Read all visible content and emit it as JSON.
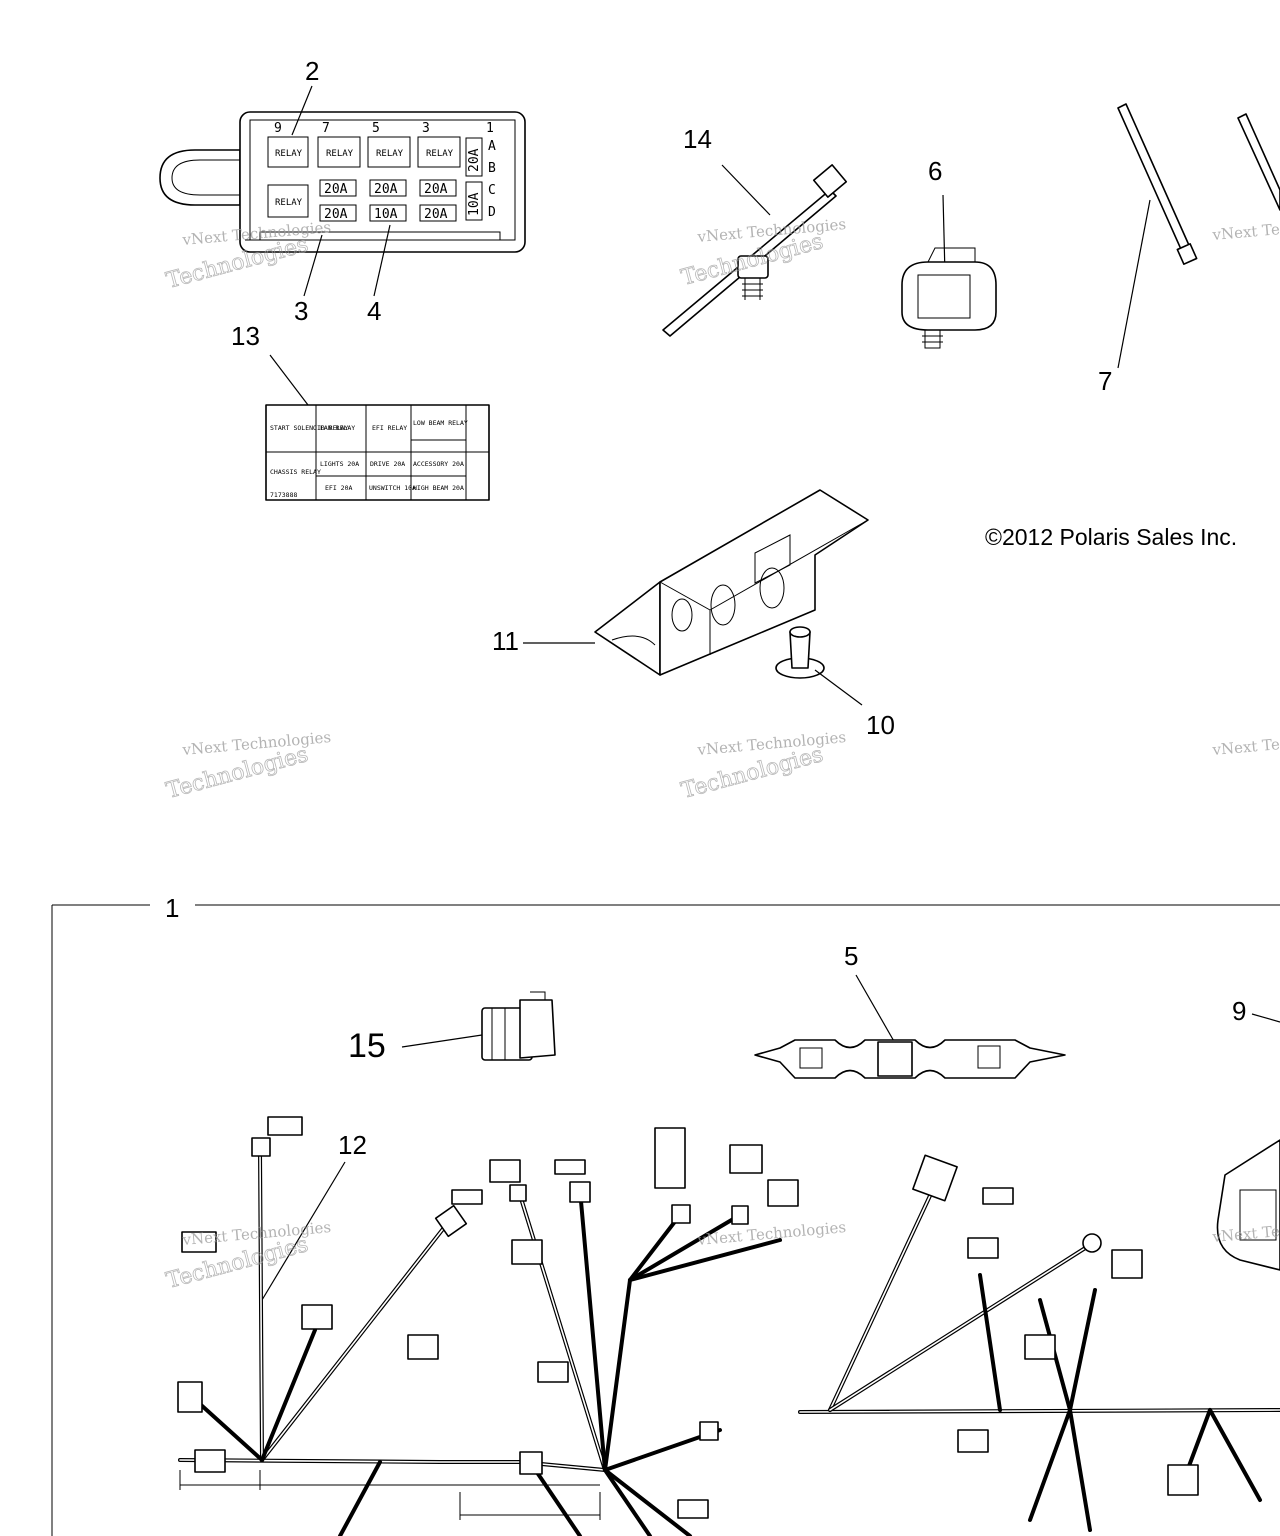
{
  "copyright": "©2012 Polaris Sales Inc.",
  "callouts": {
    "c1": "1",
    "c2": "2",
    "c3": "3",
    "c4": "4",
    "c5": "5",
    "c6": "6",
    "c7": "7",
    "c9": "9",
    "c10": "10",
    "c11": "11",
    "c12": "12",
    "c13": "13",
    "c14": "14",
    "c15": "15"
  },
  "fuse_box": {
    "positions": [
      "9",
      "7",
      "5",
      "3",
      "1"
    ],
    "rows": [
      "A",
      "B",
      "C",
      "D"
    ],
    "relays": [
      "RELAY",
      "RELAY",
      "RELAY",
      "RELAY",
      "RELAY"
    ],
    "fuses_row1": [
      "20A",
      "20A",
      "20A"
    ],
    "fuses_row2": [
      "20A",
      "10A",
      "20A"
    ],
    "side_fuses": [
      "20A",
      "10A"
    ]
  },
  "fuse_label": {
    "start_solenoid": "START SOLENOID RELAY",
    "fan_relay": "FAN RELAY",
    "efi_relay": "EFI RELAY",
    "low_beam": "LOW BEAM RELAY",
    "chassis_relay": "CHASSIS RELAY",
    "lights": "LIGHTS 20A",
    "drive": "DRIVE 20A",
    "accessory": "ACCESSORY 20A",
    "efi": "EFI 20A",
    "unswitch": "UNSWITCH 10A",
    "high_beam": "HIGH BEAM 20A",
    "part_no": "7173888"
  },
  "watermark": {
    "line1": "vNext Technologies",
    "line2": "vNext",
    "line3": "Technologies"
  }
}
